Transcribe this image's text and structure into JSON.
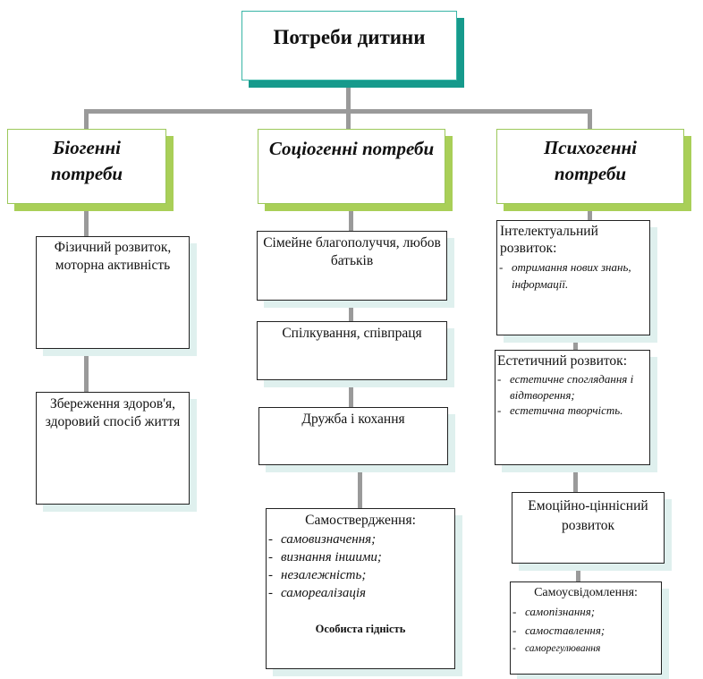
{
  "title": "Потреби дитини",
  "categories": [
    {
      "label": "Біогенні потреби",
      "lines": [
        "Біогенні",
        "потреби"
      ],
      "items": [
        {
          "title": "Фізичний розвиток, моторна активність"
        },
        {
          "title": "Збереження здоров'я, здоровий спосіб життя"
        }
      ]
    },
    {
      "label": "Соціогенні потреби",
      "lines": [
        "Соціогенні потреби"
      ],
      "items": [
        {
          "title": "Сімейне благополуччя, любов батьків"
        },
        {
          "title": "Спілкування, співпраця"
        },
        {
          "title": "Дружба і кохання"
        },
        {
          "title": "Самоствердження:",
          "subitems": [
            "самовизначення;",
            "визнання іншими;",
            "незалежність;",
            "самореалізація"
          ],
          "footer": "Особиста гідність"
        }
      ]
    },
    {
      "label": "Психогенні потреби",
      "lines": [
        "Психогенні",
        "потреби"
      ],
      "items": [
        {
          "title": "Інтелектуальний розвиток:",
          "subitems": [
            "отримання нових знань, інформації."
          ]
        },
        {
          "title": "Естетичний розвиток:",
          "subitems": [
            "естетичне споглядання і відтворення;",
            "естетична творчість."
          ]
        },
        {
          "title": "Емоційно-ціннісний розвиток"
        },
        {
          "title": "Самоусвідомлення:",
          "subitems": [
            "самопізнання;",
            "самоставлення;",
            "саморегулювання"
          ]
        }
      ]
    }
  ]
}
